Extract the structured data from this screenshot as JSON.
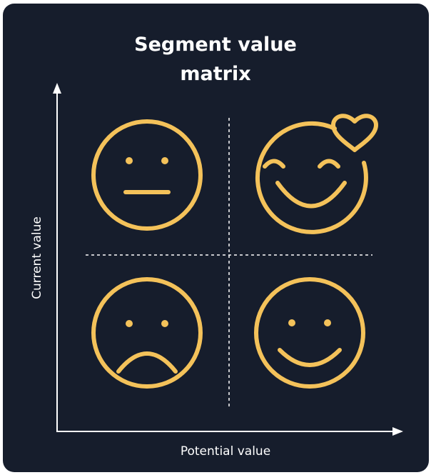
{
  "title": {
    "line1": "Segment value",
    "line2": "matrix"
  },
  "axes": {
    "y_label": "Current value",
    "x_label": "Potential value"
  },
  "quadrants": [
    {
      "position": "top-left",
      "icon": "neutral-face-icon"
    },
    {
      "position": "top-right",
      "icon": "smiling-face-with-heart-icon"
    },
    {
      "position": "bottom-left",
      "icon": "sad-face-icon"
    },
    {
      "position": "bottom-right",
      "icon": "happy-face-icon"
    }
  ],
  "colors": {
    "background": "#161d2c",
    "accent": "#f4c25a",
    "text": "#ffffff"
  }
}
